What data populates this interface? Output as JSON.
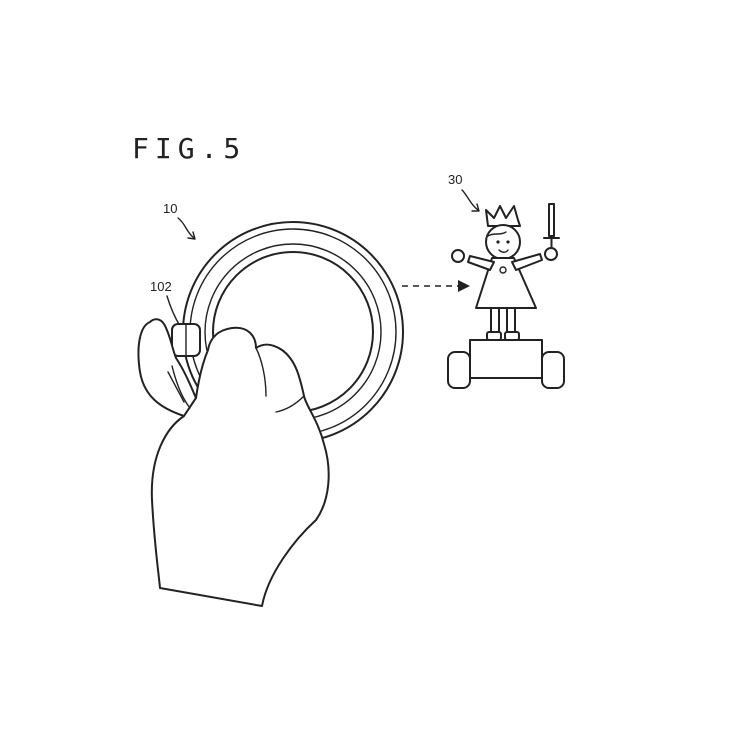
{
  "figure": {
    "title": "FIG.5",
    "labels": {
      "controller": "10",
      "button": "102",
      "toy": "30"
    }
  }
}
